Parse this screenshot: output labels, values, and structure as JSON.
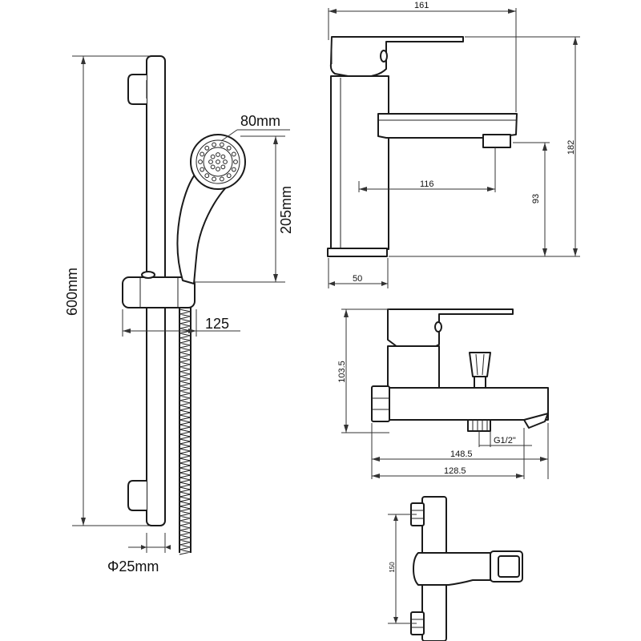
{
  "shower_set": {
    "rail_length": "600mm",
    "head_diameter": "80mm",
    "head_height": "205mm",
    "projection": "125",
    "pipe_diameter": "Φ25mm"
  },
  "basin_mixer": {
    "width": "161",
    "height": "182",
    "spout_reach": "116",
    "spout_height": "93",
    "base_width": "50"
  },
  "bath_mixer": {
    "height": "103.5",
    "thread": "G1/2\"",
    "width_overall": "148.5",
    "width_body": "128.5"
  },
  "wall_mixer": {
    "height": "150"
  }
}
